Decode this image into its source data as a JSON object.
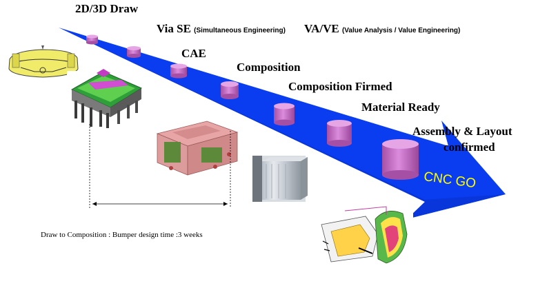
{
  "stages": [
    {
      "label": "2D/3D  Draw"
    },
    {
      "label": "Via SE",
      "note": "(Simultaneous Engineering)"
    },
    {
      "label": "VA/VE",
      "note": "(Value Analysis / Value Engineering)"
    },
    {
      "label": "CAE"
    },
    {
      "label": "Composition"
    },
    {
      "label": "Composition Firmed"
    },
    {
      "label": "Material Ready"
    },
    {
      "label": "Assembly & Layout",
      "label2": "confirmed"
    }
  ],
  "arrow_label": "CNC GO",
  "caption": "Draw to Composition : Bumper design time :3 weeks",
  "colors": {
    "arrow": "#0a3cf0",
    "arrow_dark": "#0624a8",
    "cylinder": "#cc77cc",
    "cylinder_top": "#e6a6e6",
    "cnc_text": "#ffff00"
  },
  "images": [
    {
      "icon": "bumper-sketch-icon"
    },
    {
      "icon": "die-3d-model-icon"
    },
    {
      "icon": "mold-composition-icon"
    },
    {
      "icon": "steel-block-icon"
    },
    {
      "icon": "bumper-cad-layout-icon"
    }
  ]
}
